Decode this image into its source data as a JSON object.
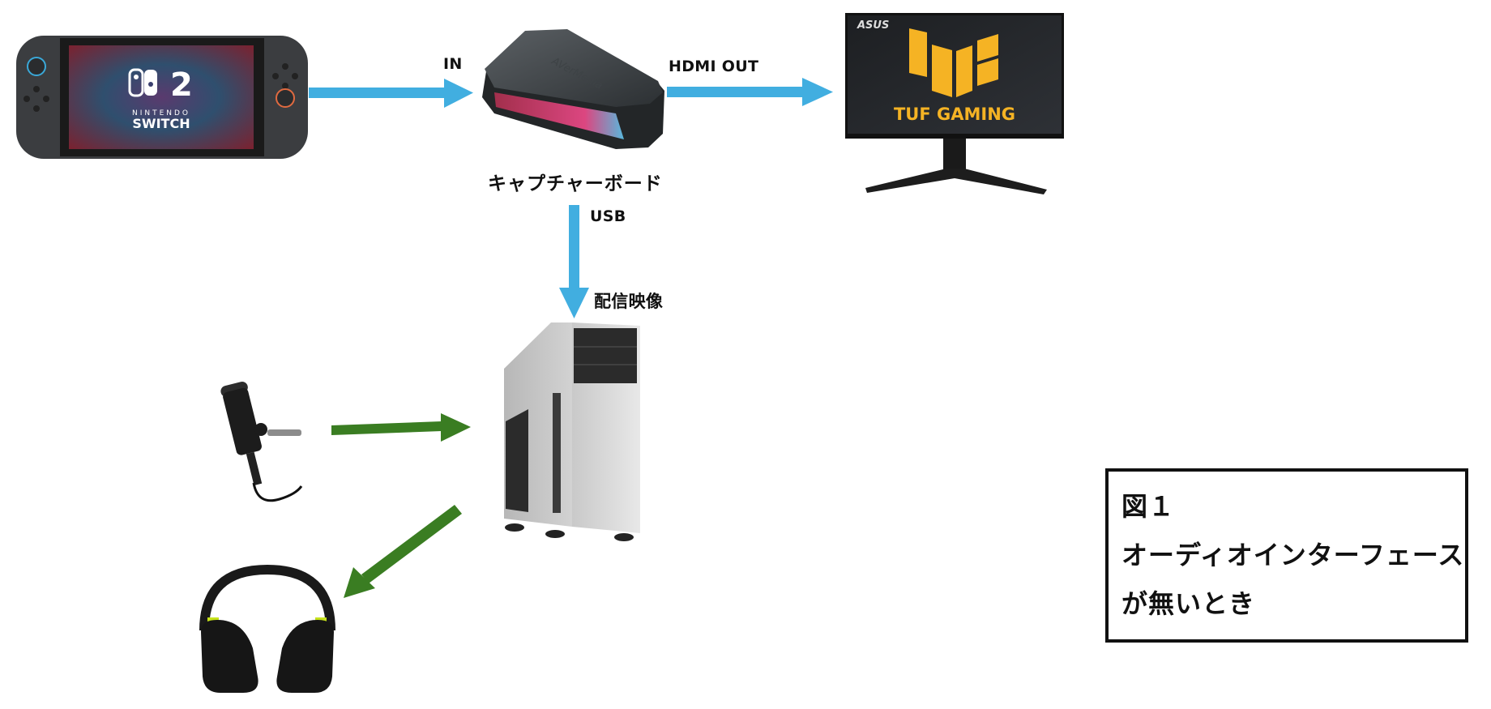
{
  "diagram": {
    "devices": {
      "game_console": {
        "name": "Nintendo Switch 2",
        "logo_line1": "NINTENDO",
        "logo_line2": "SWITCH",
        "logo_number": "2"
      },
      "capture_board": {
        "name": "キャプチャーボード",
        "brand": "AVerMedia"
      },
      "monitor": {
        "brand": "ASUS",
        "screen_text": "TUF GAMING"
      },
      "pc": {
        "name": "PC"
      },
      "microphone": {
        "name": "Microphone"
      },
      "headphones": {
        "name": "Headphones"
      }
    },
    "connections": [
      {
        "from": "game_console",
        "to": "capture_board",
        "label": "IN",
        "color": "#41aee0"
      },
      {
        "from": "capture_board",
        "to": "monitor",
        "label": "HDMI OUT",
        "color": "#41aee0"
      },
      {
        "from": "capture_board",
        "to": "pc",
        "label": "USB",
        "sublabel": "配信映像",
        "color": "#41aee0"
      },
      {
        "from": "microphone",
        "to": "pc",
        "label": "",
        "color": "#3a7d22"
      },
      {
        "from": "pc",
        "to": "headphones",
        "label": "",
        "color": "#3a7d22"
      }
    ],
    "caption": {
      "line1": "図１",
      "line2": "オーディオインターフェース",
      "line3": "が無いとき"
    }
  },
  "colors": {
    "video_arrow": "#41aee0",
    "audio_arrow": "#3a7d22",
    "tuf_yellow": "#f5b324",
    "border": "#111111"
  }
}
